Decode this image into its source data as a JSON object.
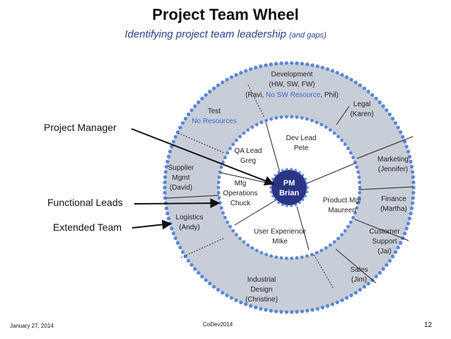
{
  "header": {
    "title": "Project Team Wheel",
    "subtitle_main": "Identifying project team leadership",
    "subtitle_small": "(and gaps)"
  },
  "labels": {
    "project_manager": "Project Manager",
    "functional_leads": "Functional Leads",
    "extended_team": "Extended Team"
  },
  "center": {
    "line1": "PM",
    "line2": "Brian"
  },
  "functional_leads": {
    "dev_lead": [
      "Dev Lead",
      "Pete"
    ],
    "qa_lead": [
      "QA Lead",
      "Greg"
    ],
    "mfg_ops": [
      "Mfg",
      "Operations",
      "Chuck"
    ],
    "product_mgr": [
      "Product Mgr",
      "Maureen"
    ],
    "user_experience": [
      "User Experience",
      "MIke"
    ]
  },
  "extended_team": {
    "development": {
      "line1": "Development",
      "line2": "(HW, SW, FW)",
      "line3_prefix": "(Ravi, ",
      "line3_gap": "No SW Resource",
      "line3_suffix": ", Phil)"
    },
    "test": {
      "line1": "Test",
      "line2": "No Resources"
    },
    "legal": [
      "Legal",
      "(Karen)"
    ],
    "marketing": [
      "Marketing",
      "(Jennifer)"
    ],
    "finance": [
      "Finance",
      "(Martha)"
    ],
    "customer_support": [
      "Customer",
      "Support",
      "(Jai)"
    ],
    "sales": [
      "Sales",
      "(Jim)"
    ],
    "industrial_design": [
      "Industrial",
      "Design",
      "(Christine)"
    ],
    "logistics": [
      "Logistics",
      "(Andy)"
    ],
    "supplier_mgmt": [
      "Supplier",
      "Mgmt",
      "(David)"
    ]
  },
  "footer": {
    "date": "January 27, 2014",
    "event": "CoDev2014",
    "page": "12"
  },
  "colors": {
    "ring_fill": "#c8ced8",
    "dot": "#5b86d6",
    "hub_fill": "#2a3585",
    "hub_dot": "#5b86d6",
    "subtitle": "#2e3f8f",
    "gap_text": "#3d66c9"
  }
}
